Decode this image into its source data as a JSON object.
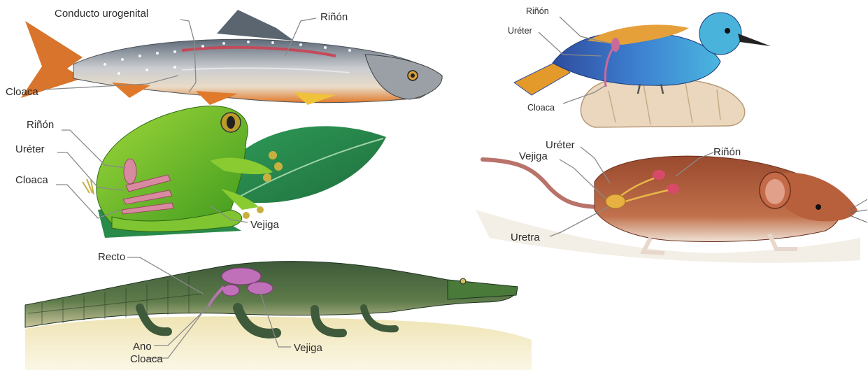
{
  "fish": {
    "labels": {
      "duct": "Conducto urogenital",
      "kidney": "Riñón",
      "cloaca": "Cloaca"
    }
  },
  "bird": {
    "labels": {
      "kidney": "Riñón",
      "ureter": "Uréter",
      "cloaca": "Cloaca"
    }
  },
  "frog": {
    "labels": {
      "kidney": "Riñón",
      "ureter": "Uréter",
      "cloaca": "Cloaca",
      "bladder": "Vejiga"
    }
  },
  "mouse": {
    "labels": {
      "ureter": "Uréter",
      "bladder": "Vejiga",
      "kidney": "Riñón",
      "urethra": "Uretra"
    }
  },
  "crocodile": {
    "labels": {
      "rectum": "Recto",
      "anus": "Ano",
      "cloaca": "Cloaca",
      "bladder": "Vejiga"
    }
  },
  "colors": {
    "label_text": "#2b2b2b",
    "leader_line": "#8a8a8a",
    "organ": "#c96a9a"
  }
}
